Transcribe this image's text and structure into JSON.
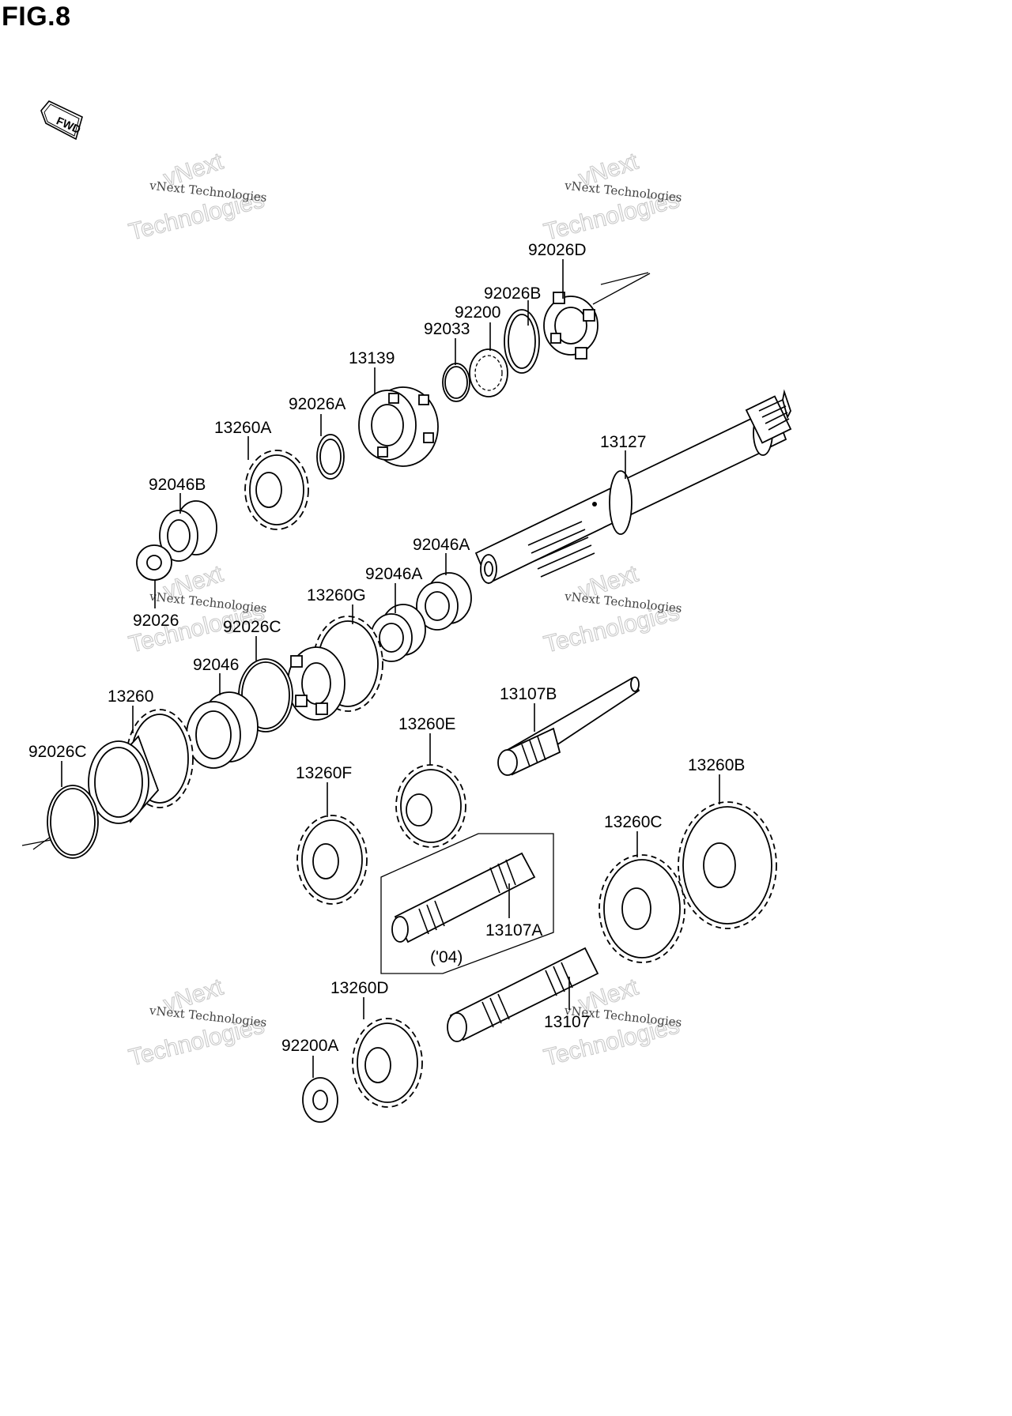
{
  "figure": {
    "title": "FIG.8",
    "direction_marker": "FWD"
  },
  "watermark": {
    "brand": "vNext",
    "word": "Technologies",
    "caption": "vNext Technologies"
  },
  "callouts": [
    {
      "id": "92026D",
      "text": "92026D"
    },
    {
      "id": "92026B",
      "text": "92026B"
    },
    {
      "id": "92200",
      "text": "92200"
    },
    {
      "id": "92033",
      "text": "92033"
    },
    {
      "id": "13139",
      "text": "13139"
    },
    {
      "id": "92026A",
      "text": "92026A"
    },
    {
      "id": "13260A",
      "text": "13260A"
    },
    {
      "id": "13127",
      "text": "13127"
    },
    {
      "id": "92046B",
      "text": "92046B"
    },
    {
      "id": "92026",
      "text": "92026"
    },
    {
      "id": "92046A-1",
      "text": "92046A"
    },
    {
      "id": "92046A-2",
      "text": "92046A"
    },
    {
      "id": "13260G",
      "text": "13260G"
    },
    {
      "id": "92026C-1",
      "text": "92026C"
    },
    {
      "id": "92046",
      "text": "92046"
    },
    {
      "id": "13260",
      "text": "13260"
    },
    {
      "id": "92026C-2",
      "text": "92026C"
    },
    {
      "id": "13107B",
      "text": "13107B"
    },
    {
      "id": "13260E",
      "text": "13260E"
    },
    {
      "id": "13260F",
      "text": "13260F"
    },
    {
      "id": "13260B",
      "text": "13260B"
    },
    {
      "id": "13260C",
      "text": "13260C"
    },
    {
      "id": "13107A",
      "text": "13107A"
    },
    {
      "id": "04",
      "text": "('04)"
    },
    {
      "id": "13260D",
      "text": "13260D"
    },
    {
      "id": "13107",
      "text": "13107"
    },
    {
      "id": "92200A",
      "text": "92200A"
    }
  ]
}
